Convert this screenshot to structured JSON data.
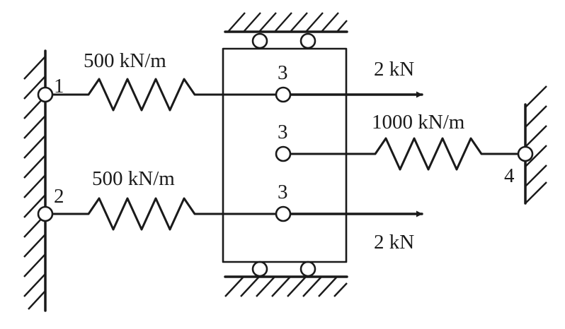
{
  "springs": [
    {
      "stiffness": "500 kN/m",
      "from_node": "1",
      "to_node": "3"
    },
    {
      "stiffness": "500 kN/m",
      "from_node": "2",
      "to_node": "3"
    },
    {
      "stiffness": "1000 kN/m",
      "from_node": "3",
      "to_node": "4"
    }
  ],
  "nodes": {
    "n1": "1",
    "n2": "2",
    "n3_top": "3",
    "n3_mid": "3",
    "n3_bot": "3",
    "n4": "4"
  },
  "forces": {
    "top": "2 kN",
    "bottom": "2 kN"
  },
  "colors": {
    "ink": "#1a1a1a",
    "background": "#ffffff"
  }
}
